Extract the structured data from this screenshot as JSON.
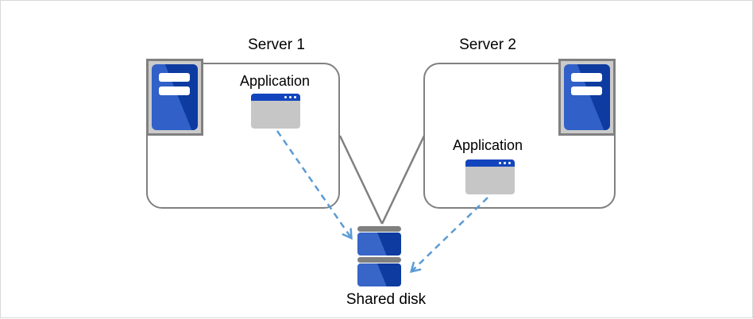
{
  "diagram": {
    "type": "architecture-diagram",
    "description": "Two servers sharing one disk",
    "nodes": {
      "server1": {
        "label": "Server 1",
        "application_label": "Application"
      },
      "server2": {
        "label": "Server 2",
        "application_label": "Application"
      },
      "shared_disk": {
        "label": "Shared disk"
      }
    },
    "edges": [
      {
        "from": "server1",
        "to": "shared_disk",
        "style": "solid-line"
      },
      {
        "from": "server2",
        "to": "shared_disk",
        "style": "solid-line"
      },
      {
        "from": "server1-application",
        "to": "shared_disk",
        "style": "dashed-arrow"
      },
      {
        "from": "server2-application",
        "to": "shared_disk",
        "style": "dashed-arrow"
      }
    ],
    "colors": {
      "background": "#ffffff",
      "frame_border": "#d9d9d9",
      "box_border": "#808080",
      "line": "#808080",
      "arrow": "#5b9bd5",
      "icon_gray_fill": "#cbcbcb",
      "icon_blue_light": "#3060c8",
      "icon_blue_dark": "#0d3ba0",
      "app_titlebar": "#1245bd",
      "app_body": "#c6c6c6",
      "disk_cap": "#808080",
      "disk_blue_light": "#3765c8",
      "disk_blue_dark": "#0d3ba0",
      "text": "#000000"
    }
  }
}
